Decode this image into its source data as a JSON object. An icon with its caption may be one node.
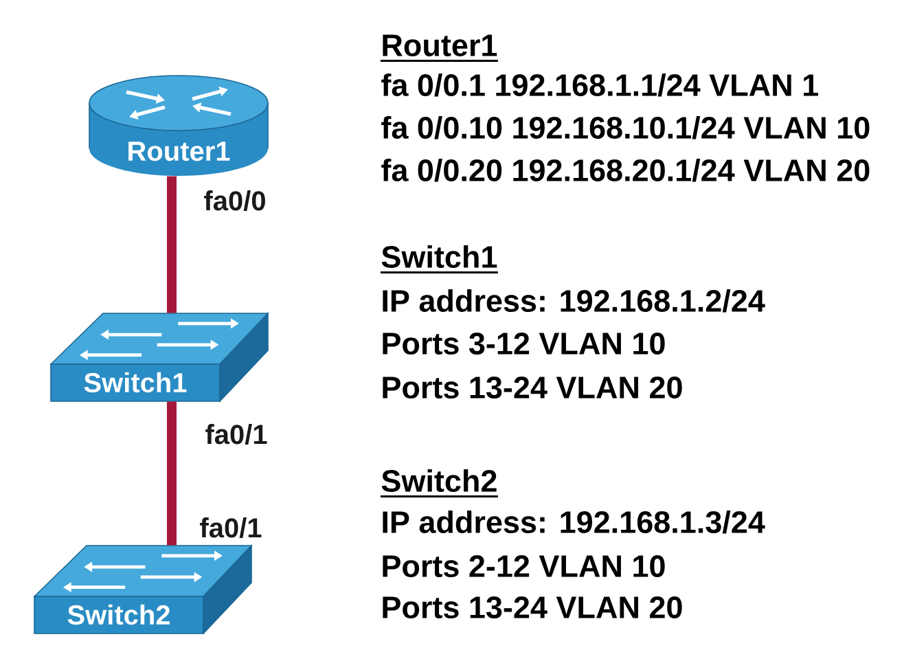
{
  "diagram": {
    "nodes": [
      {
        "text": [
          "Router1"
        ],
        "beside": [
          "fa0/0"
        ]
      },
      {
        "text": [
          "Switch1"
        ],
        "beside": [
          "fa0/1"
        ]
      },
      {
        "text": [
          "Switch2"
        ],
        "beside": [
          "fa0/1"
        ]
      }
    ],
    "edges": [
      {
        "from": 0,
        "to": 1,
        "arrow": "none"
      },
      {
        "from": 1,
        "to": 2,
        "arrow": "none"
      }
    ],
    "labels": [
      "Router1",
      "fa 0/0.1 192.168.1.1/24 VLAN 1",
      "fa 0/0.10 192.168.10.1/24 VLAN 10",
      "fa 0/0.20 192.168.20.1/24 VLAN 20",
      "Switch1",
      "IP address: 192.168.1.2/24",
      "Ports 3-12 VLAN 10",
      "Ports 13-24 VLAN 20",
      "Switch2",
      "IP address: 192.168.1.3/24",
      "Ports 2-12 VLAN 10",
      "Ports 13-24 VLAN 20"
    ]
  }
}
